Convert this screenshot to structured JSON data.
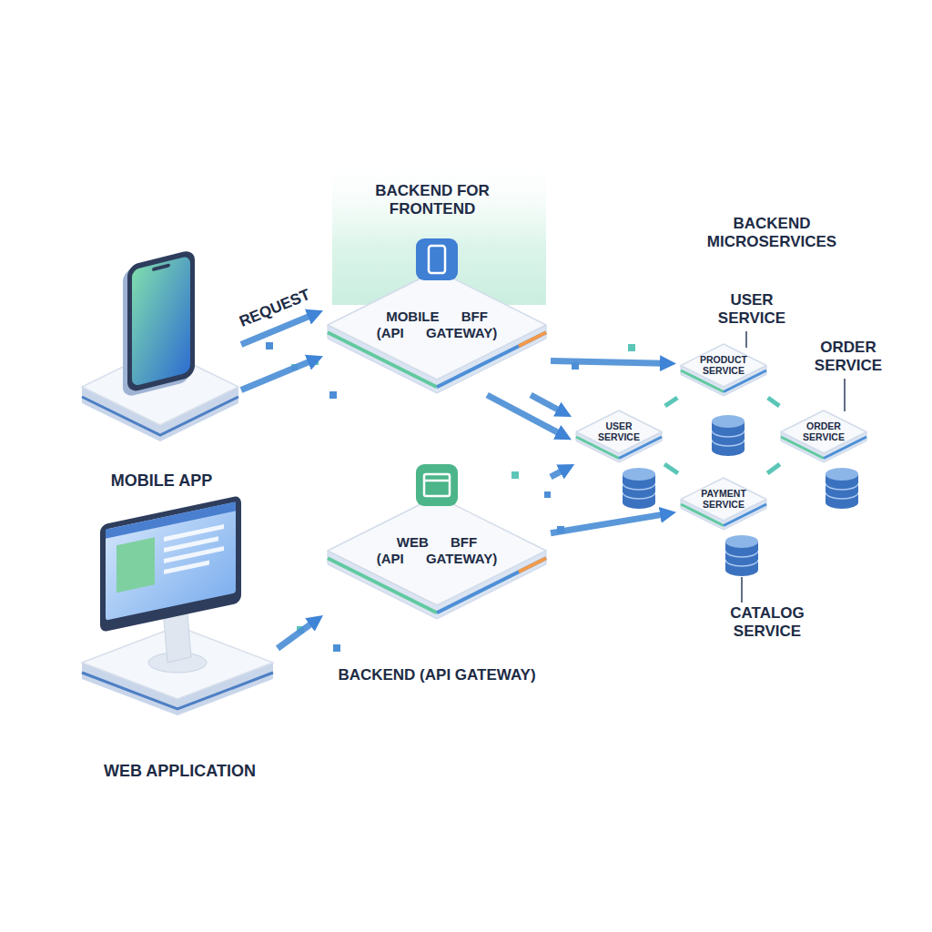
{
  "diagram": {
    "nodes": [
      {
        "text": [
          "MOBILE APP"
        ]
      },
      {
        "text": [
          "WEB APPLICATION"
        ]
      },
      {
        "text": [
          "MOBILE BFF (API GATEWAY)"
        ]
      },
      {
        "text": [
          "WEB BFF (API GATEWAY)",
          "BACKEND (API GATEWAY)"
        ]
      },
      {
        "text": [
          "PRODUCT SERVICE"
        ]
      },
      {
        "text": [
          "USER SERVICE"
        ]
      },
      {
        "text": [
          "ORDER SERVICE"
        ]
      },
      {
        "text": [
          "PAYMENT SERVICE"
        ]
      }
    ],
    "edges": [
      {
        "from": 0,
        "to": 2,
        "label": "REQUEST",
        "arrow": "to"
      },
      {
        "from": 0,
        "to": 2,
        "arrow": "to"
      },
      {
        "from": 1,
        "to": 3,
        "arrow": "to"
      },
      {
        "from": 2,
        "to": 4,
        "arrow": "to"
      },
      {
        "from": 2,
        "to": 5,
        "arrow": "to"
      },
      {
        "from": 2,
        "to": 5,
        "arrow": "to"
      },
      {
        "from": 3,
        "to": 5,
        "arrow": "to"
      },
      {
        "from": 3,
        "to": 7,
        "arrow": "to"
      },
      {
        "from": 5,
        "to": 4,
        "arrow": "none"
      },
      {
        "from": 4,
        "to": 6,
        "arrow": "none"
      },
      {
        "from": 5,
        "to": 7,
        "arrow": "none"
      },
      {
        "from": 7,
        "to": 6,
        "arrow": "none"
      }
    ],
    "labels": [
      "BACKEND FOR FRONTEND",
      "BACKEND MICROSERVICES",
      "USER SERVICE",
      "ORDER SERVICE",
      "CATALOG SERVICE"
    ]
  }
}
